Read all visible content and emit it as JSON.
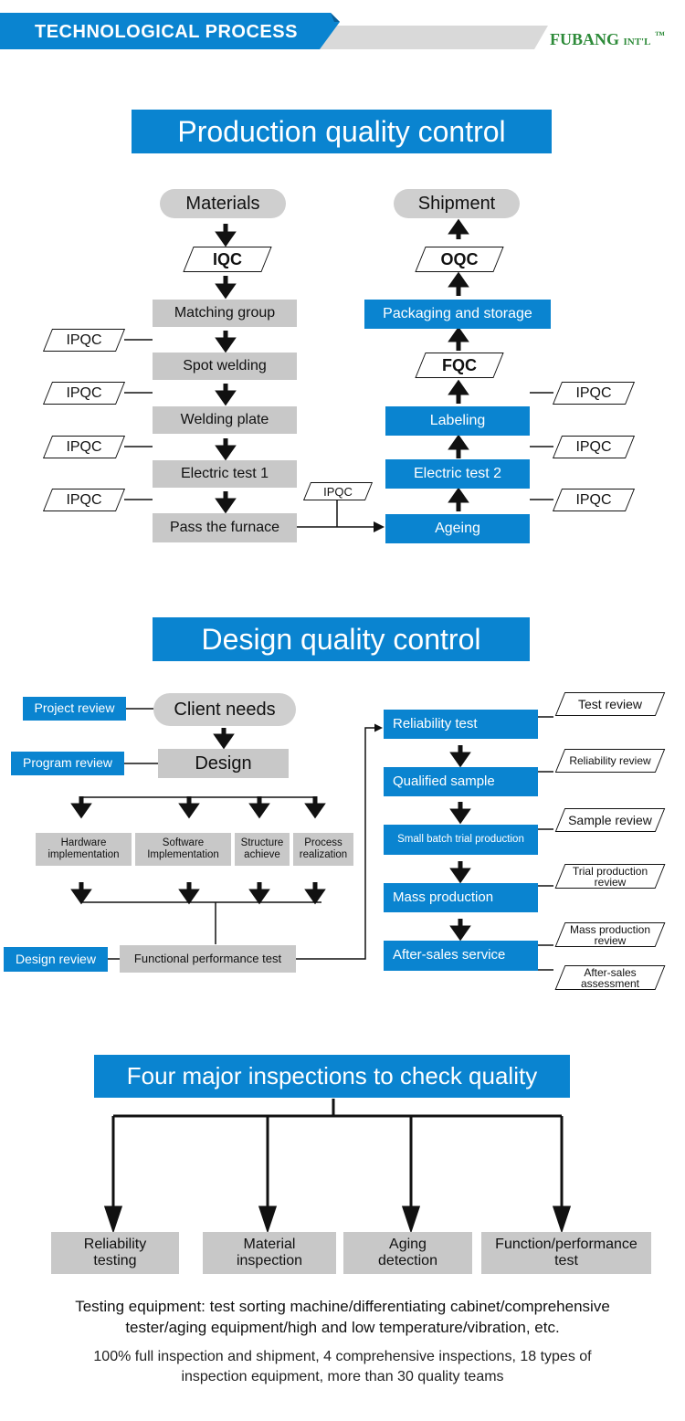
{
  "header": {
    "title": "TECHNOLOGICAL PROCESS",
    "brand": "FUBANG",
    "brand_suffix": "INT'L",
    "brand_tm": "™",
    "colors": {
      "accent": "#0a84d0",
      "brand_green": "#2e8b3a"
    }
  },
  "production": {
    "title": "Production quality control",
    "left": {
      "start": "Materials",
      "iqc": "IQC",
      "steps": [
        "Matching group",
        "Spot welding",
        "Welding plate",
        "Electric test 1",
        "Pass the furnace"
      ]
    },
    "right": {
      "end": "Shipment",
      "oqc": "OQC",
      "pack": "Packaging and storage",
      "fqc": "FQC",
      "steps": [
        "Labeling",
        "Electric test 2",
        "Ageing"
      ]
    },
    "ipqc": "IPQC"
  },
  "design": {
    "title": "Design quality control",
    "left": {
      "client": "Client needs",
      "design": "Design",
      "reviews": [
        "Project review",
        "Program review",
        "Design review"
      ],
      "branches": [
        "Hardware implementation",
        "Software Implementation",
        "Structure achieve",
        "Process realization"
      ],
      "functional": "Functional performance test"
    },
    "right": {
      "steps": [
        "Reliability test",
        "Qualified sample",
        "Small batch trial production",
        "Mass production",
        "After-sales service"
      ],
      "reviews": [
        "Test review",
        "Reliability review",
        "Sample review",
        "Trial production review",
        "Mass production review",
        "After-sales assessment"
      ]
    }
  },
  "inspections": {
    "title": "Four major inspections to check quality",
    "items": [
      "Reliability testing",
      "Material inspection",
      "Aging detection",
      "Function/performance test"
    ],
    "equipment": "Testing equipment: test sorting machine/differentiating cabinet/comprehensive tester/aging equipment/high and low temperature/vibration, etc.",
    "summary": "100% full inspection and shipment, 4 comprehensive inspections, 18 types of inspection equipment, more than 30 quality teams"
  }
}
